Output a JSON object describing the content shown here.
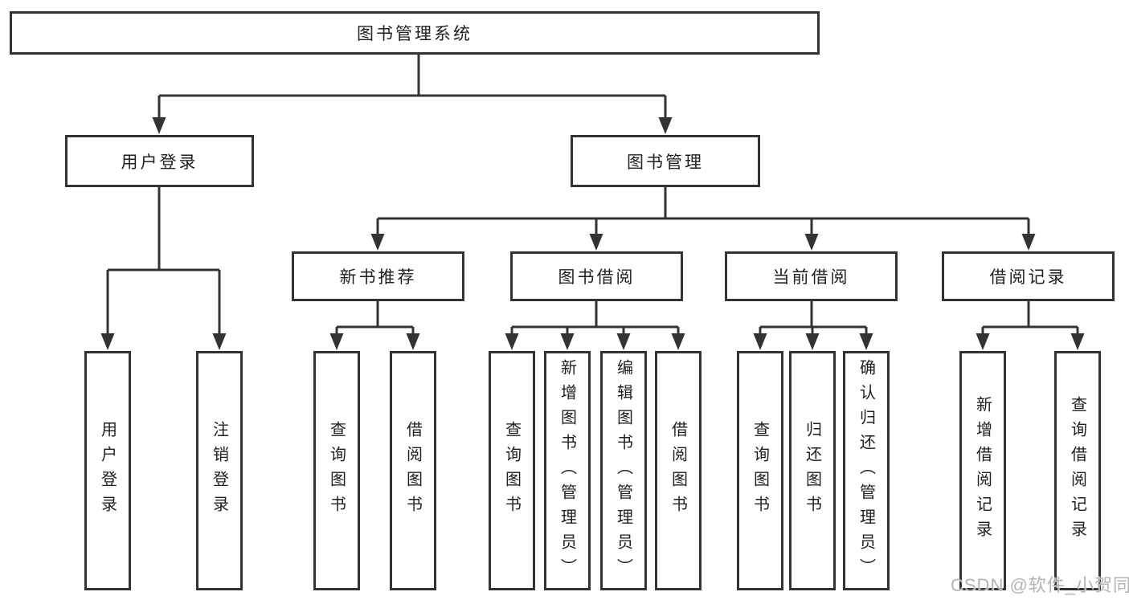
{
  "diagram_type": "hierarchy-tree",
  "tree": {
    "label": "图书管理系统",
    "children": [
      {
        "label": "用户登录",
        "children": [
          {
            "label": "用户登录"
          },
          {
            "label": "注销登录"
          }
        ]
      },
      {
        "label": "图书管理",
        "children": [
          {
            "label": "新书推荐",
            "children": [
              {
                "label": "查询图书"
              },
              {
                "label": "借阅图书"
              }
            ]
          },
          {
            "label": "图书借阅",
            "children": [
              {
                "label": "查询图书"
              },
              {
                "label": "新增图书（管理员）"
              },
              {
                "label": "编辑图书（管理员）"
              },
              {
                "label": "借阅图书"
              }
            ]
          },
          {
            "label": "当前借阅",
            "children": [
              {
                "label": "查询图书"
              },
              {
                "label": "归还图书"
              },
              {
                "label": "确认归还（管理员）"
              }
            ]
          },
          {
            "label": "借阅记录",
            "children": [
              {
                "label": "新增借阅记录"
              },
              {
                "label": "查询借阅记录"
              }
            ]
          }
        ]
      }
    ]
  },
  "watermark": {
    "text": "CSDN @软件_小贺同学"
  },
  "colors": {
    "line": "#333333",
    "node_border": "#333333",
    "text": "#1f1f1f",
    "background": "#ffffff",
    "watermark": "#b3b3b3"
  }
}
